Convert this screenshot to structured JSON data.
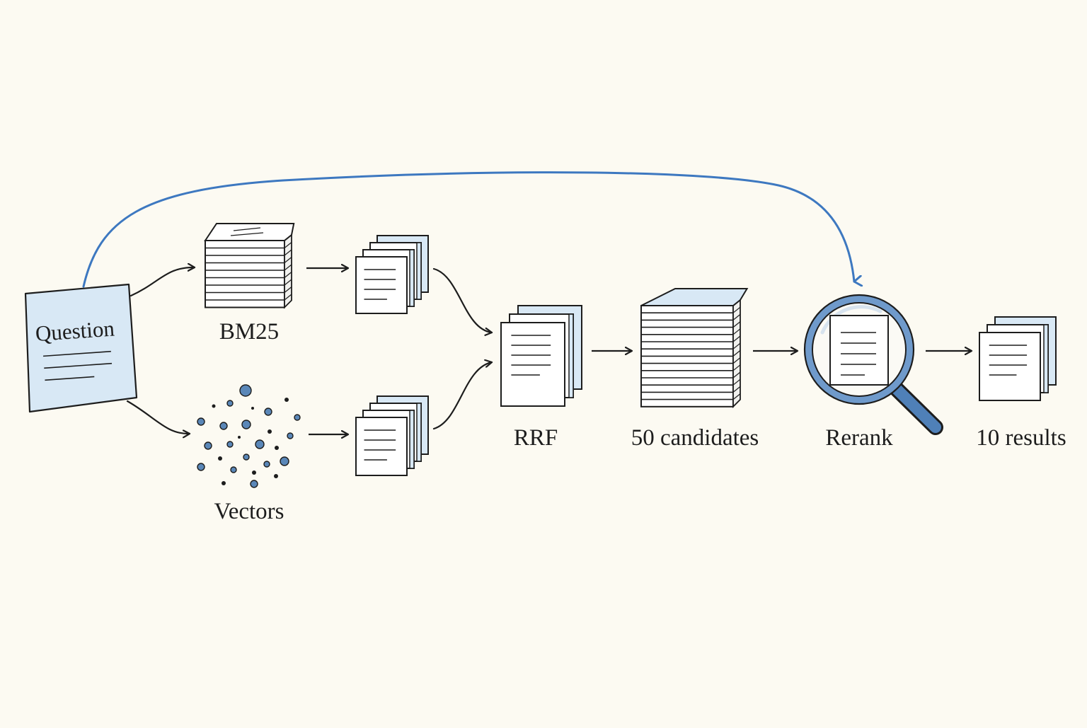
{
  "diagram": {
    "question_label": "Question",
    "bm25_label": "BM25",
    "vectors_label": "Vectors",
    "rrf_label": "RRF",
    "candidates_label": "50 candidates",
    "rerank_label": "Rerank",
    "results_label": "10 results"
  },
  "colors": {
    "background": "#fcfaf2",
    "accent_blue": "#3d78c0",
    "paper_blue": "#d8e8f5",
    "ink": "#1d1d1d",
    "dot_blue": "#5a87b8"
  }
}
